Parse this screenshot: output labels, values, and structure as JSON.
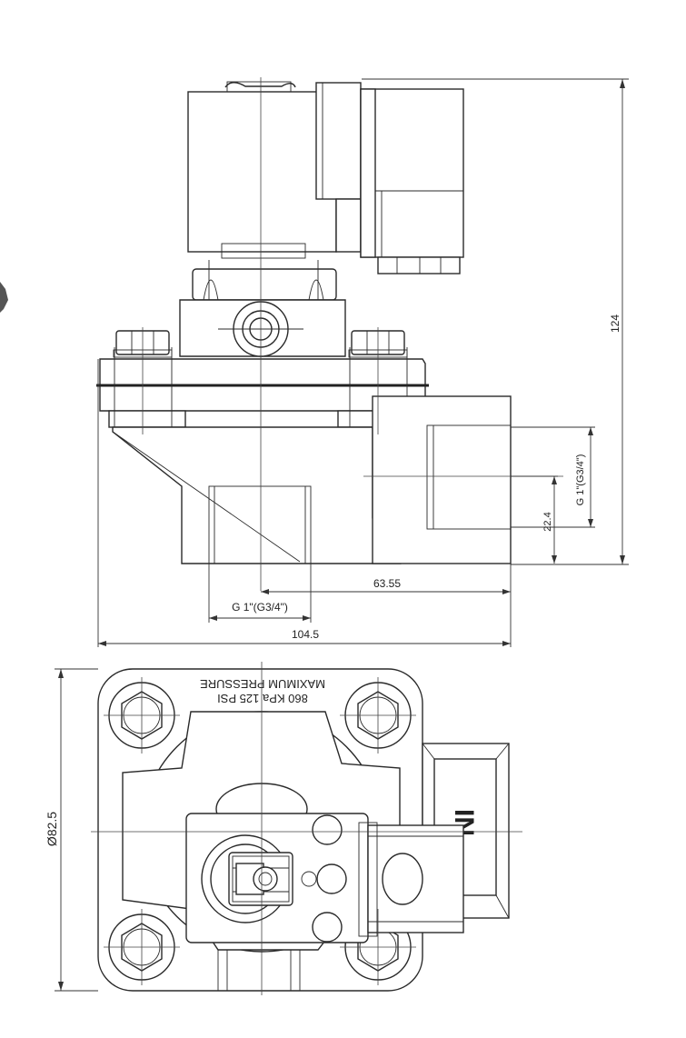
{
  "side_view": {
    "dim_height": "124",
    "dim_outlet_thread": "G 1\"(G3/4\")",
    "dim_outlet_offset": "22.4",
    "dim_inlet_center": "63.55",
    "dim_inlet_thread": "G 1\"(G3/4\")",
    "dim_total_length": "104.5"
  },
  "top_view": {
    "pressure_line1": "MAXIMUM  PRESSURE",
    "pressure_line2": "860  KPa   125  PSI",
    "flow_arrow_label": "IN",
    "dim_diameter": "Ø82.5"
  }
}
